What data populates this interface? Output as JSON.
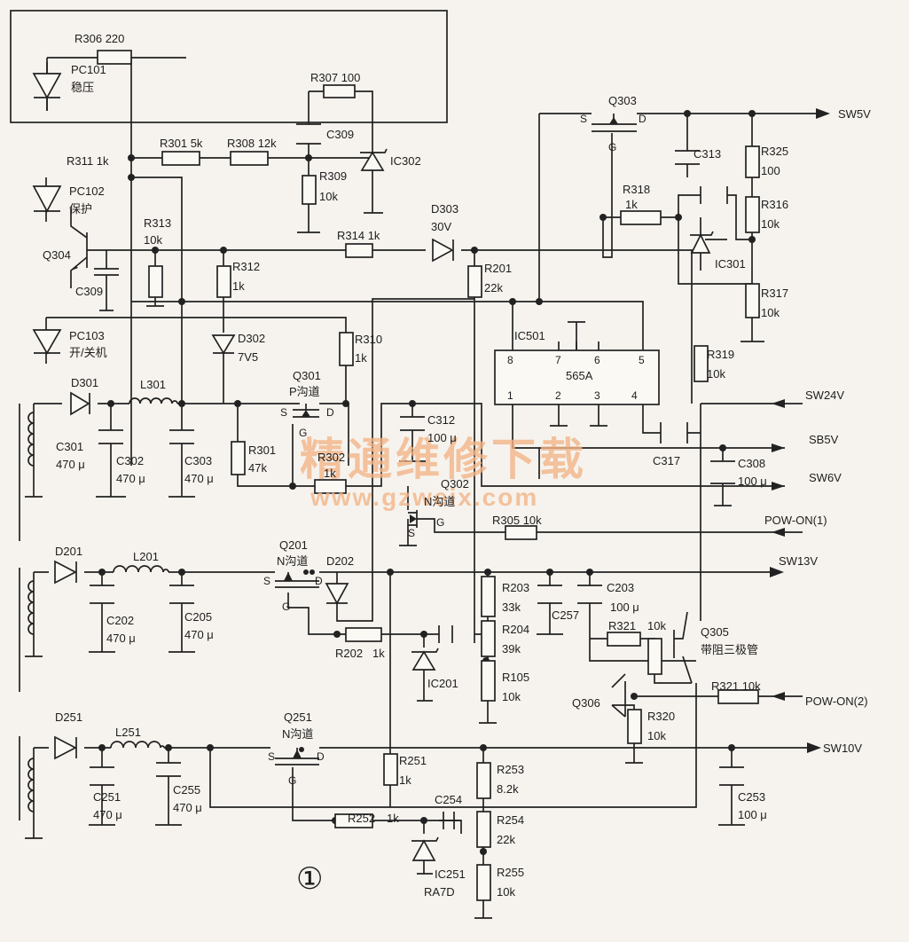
{
  "components": {
    "r306": "R306 220",
    "pc101": "PC101",
    "pc101_note": "稳压",
    "r307": "R307 100",
    "r301a": "R301 5k",
    "r308": "R308 12k",
    "c309a": "C309",
    "ic302": "IC302",
    "r309": "R309",
    "r309v": "10k",
    "r311": "R311 1k",
    "pc102": "PC102",
    "pc102_note": "保护",
    "q304": "Q304",
    "c309b": "C309",
    "r313": "R313",
    "r313v": "10k",
    "r312": "R312",
    "r312v": "1k",
    "r314": "R314 1k",
    "d303": "D303",
    "d303v": "30V",
    "r201": "R201",
    "r201v": "22k",
    "pc103": "PC103",
    "pc103_note": "开/关机",
    "d302": "D302",
    "d302v": "7V5",
    "r310": "R310",
    "r310v": "1k",
    "q301": "Q301",
    "q301_note": "P沟道",
    "d301": "D301",
    "l301": "L301",
    "c301": "C301",
    "c301v": "470 μ",
    "c302": "C302",
    "c302v": "470 μ",
    "c303": "C303",
    "c303v": "470 μ",
    "r301b": "R301",
    "r301bv": "47k",
    "r302": "R302",
    "r302v": "1k",
    "c312": "C312",
    "c312v": "100 μ",
    "q302": "Q302",
    "q302_note": "N沟道",
    "r305": "R305 10k",
    "q303": "Q303",
    "c313": "C313",
    "r325": "R325",
    "r325v": "100",
    "r318": "R318",
    "r318v": "1k",
    "r316": "R316",
    "r316v": "10k",
    "ic301": "IC301",
    "r317": "R317",
    "r317v": "10k",
    "ic501": "IC501",
    "ic501_part": "565A",
    "r319": "R319",
    "r319v": "10k",
    "c317": "C317",
    "c308": "C308",
    "c308v": "100 μ",
    "d201": "D201",
    "l201": "L201",
    "c202": "C202",
    "c202v": "470 μ",
    "c205": "C205",
    "c205v": "470 μ",
    "q201": "Q201",
    "q201_note": "N沟道",
    "d202": "D202",
    "r203": "R203",
    "r203v": "33k",
    "c257": "C257",
    "c203": "C203",
    "c203v": "100 μ",
    "r204": "R204",
    "r204v": "39k",
    "r202": "R202",
    "r202v": "1k",
    "ic201": "IC201",
    "r105": "R105",
    "r105v": "10k",
    "r321a": "R321",
    "r321av": "10k",
    "q305": "Q305",
    "q305_note": "带阻三极管",
    "q306": "Q306",
    "r321b": "R321 10k",
    "r320": "R320",
    "r320v": "10k",
    "d251": "D251",
    "l251": "L251",
    "c251": "C251",
    "c251v": "470 μ",
    "c255": "C255",
    "c255v": "470 μ",
    "q251": "Q251",
    "q251_note": "N沟道",
    "r251": "R251",
    "r251v": "1k",
    "r253": "R253",
    "r253v": "8.2k",
    "r252": "R252",
    "r252v": "1k",
    "c254": "C254",
    "r254": "R254",
    "r254v": "22k",
    "ic251": "IC251",
    "ic251_part": "RA7D",
    "r255": "R255",
    "r255v": "10k",
    "c253": "C253",
    "c253v": "100 μ"
  },
  "pins": {
    "s": "S",
    "d": "D",
    "g": "G",
    "p1": "1",
    "p2": "2",
    "p3": "3",
    "p4": "4",
    "p5": "5",
    "p6": "6",
    "p7": "7",
    "p8": "8"
  },
  "signals": {
    "sw5v": "SW5V",
    "sw24v": "SW24V",
    "sb5v": "SB5V",
    "sw6v": "SW6V",
    "pow_on1": "POW-ON(1)",
    "sw13v": "SW13V",
    "pow_on2": "POW-ON(2)",
    "sw10v": "SW10V"
  },
  "figure_number": "①",
  "watermark": {
    "cn": "精通维修下载",
    "url": "www.gzweix.com"
  }
}
